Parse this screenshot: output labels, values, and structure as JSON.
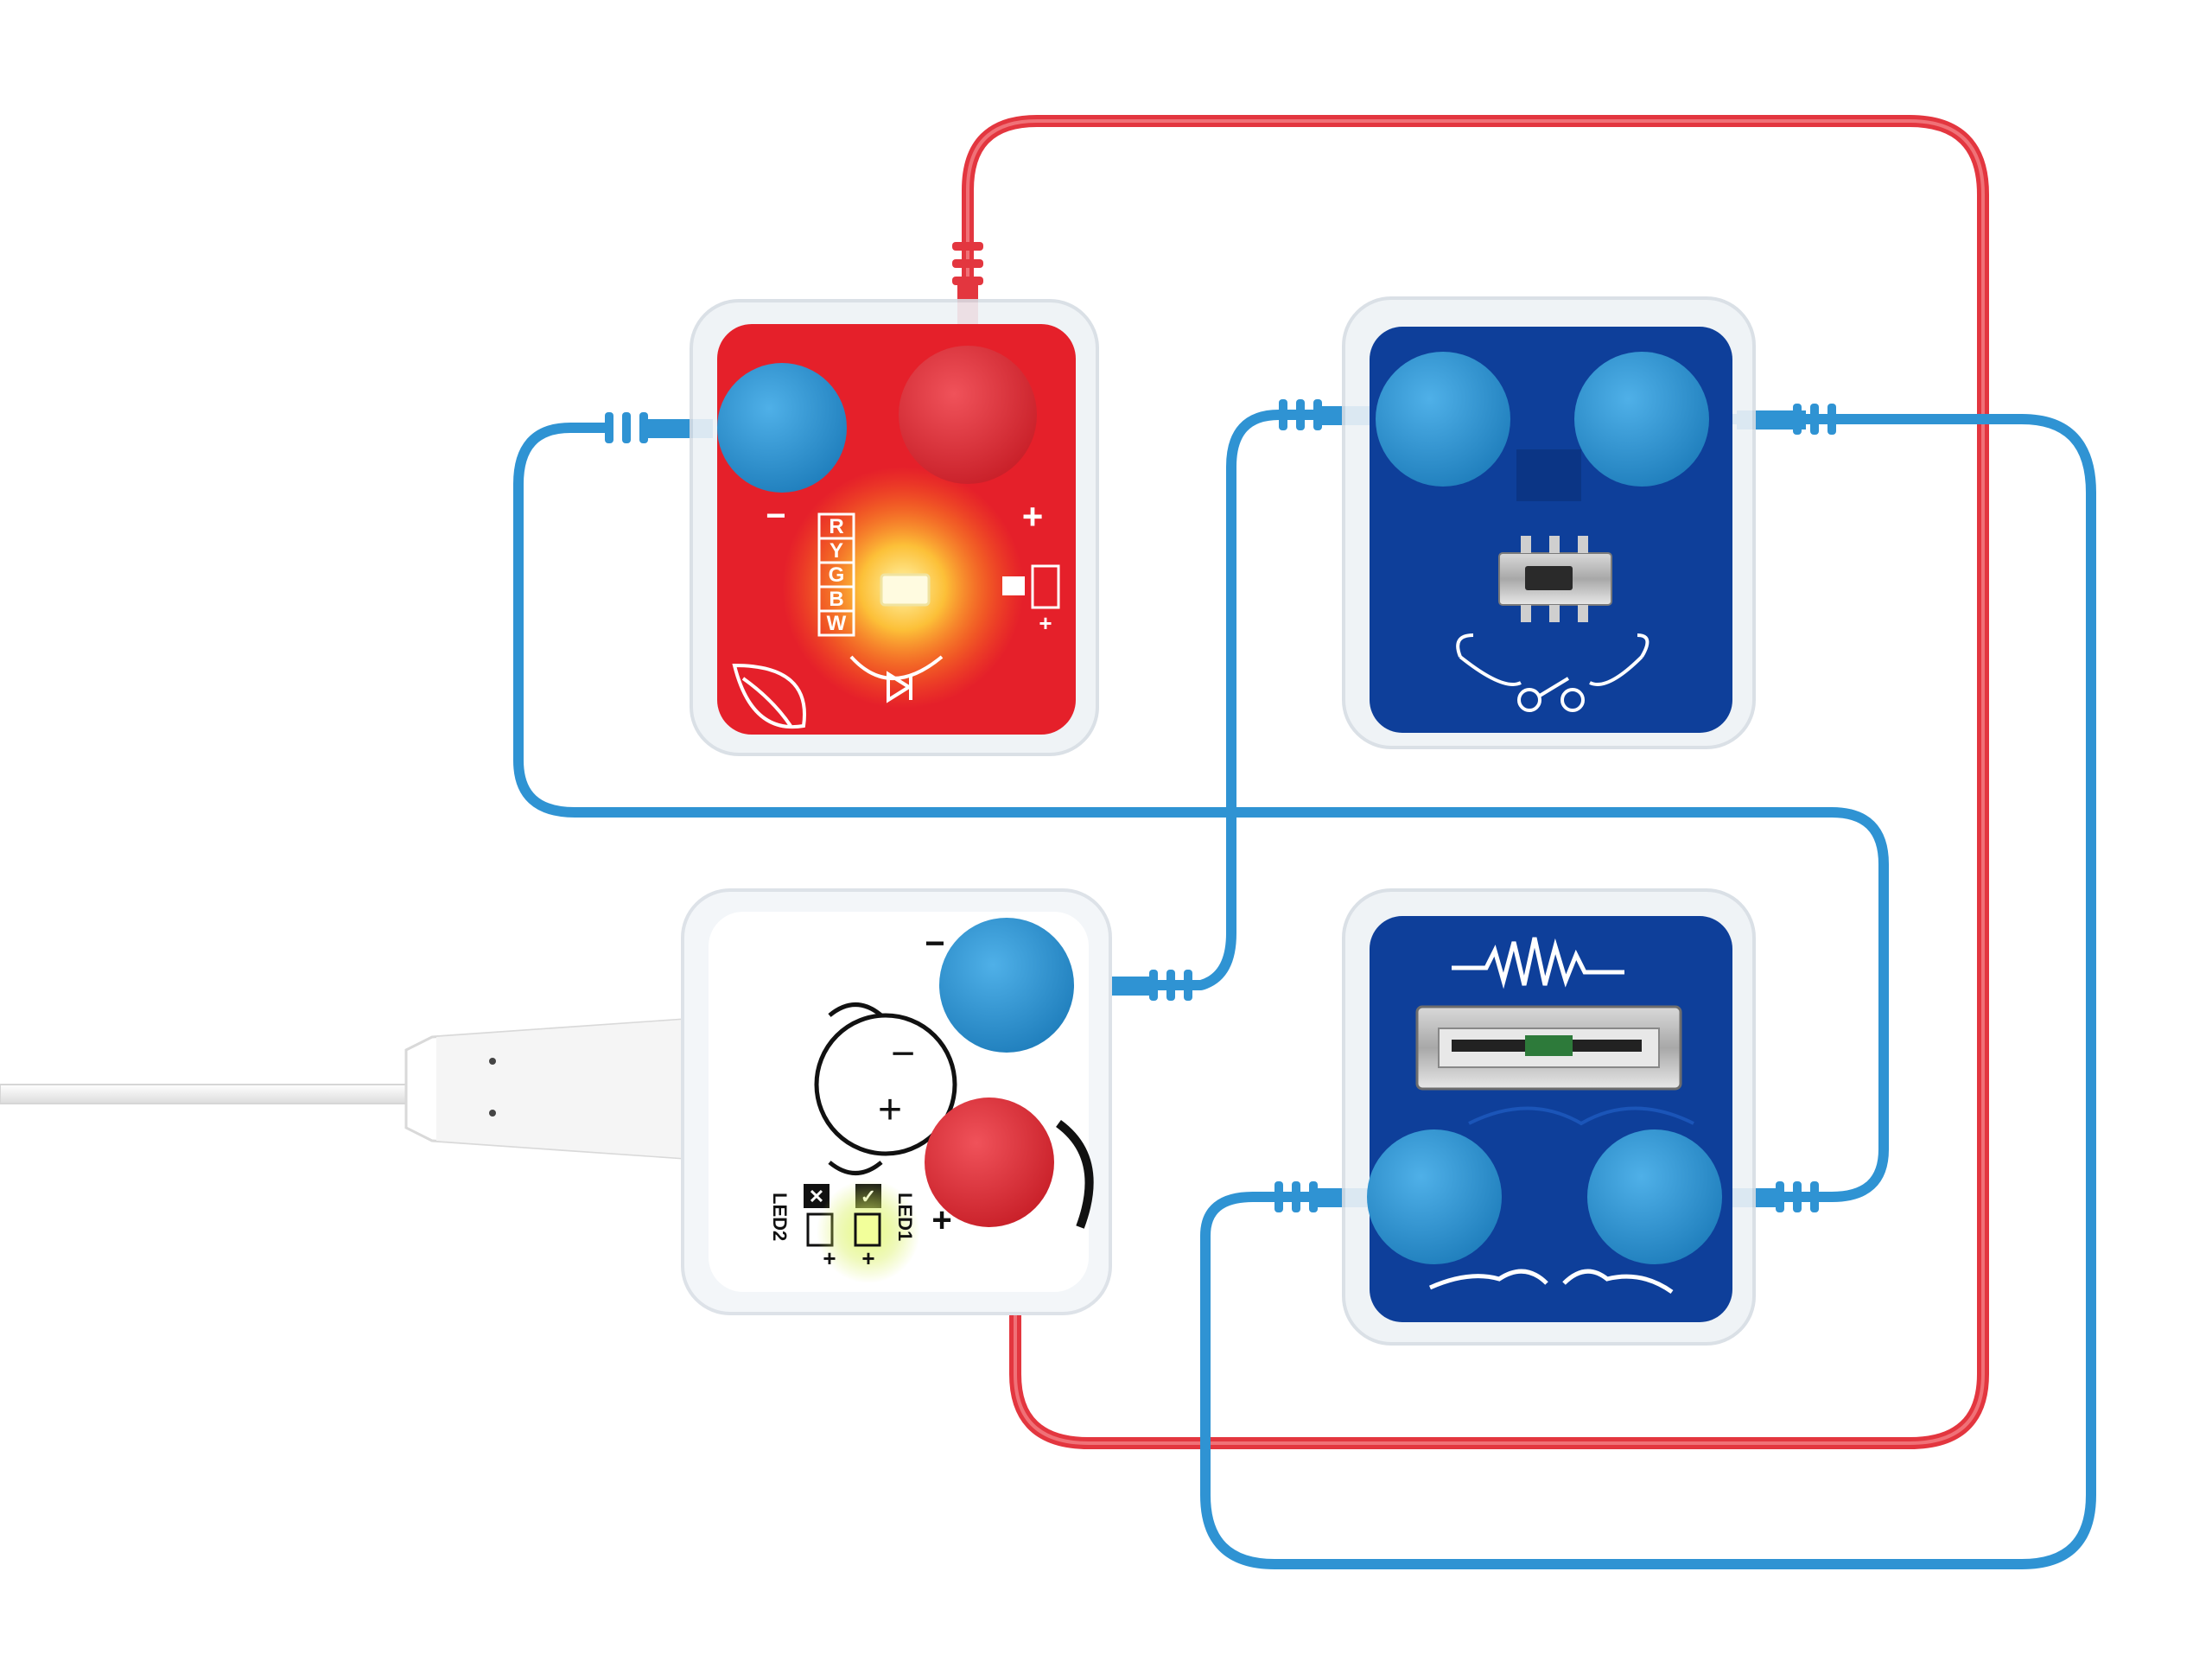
{
  "colors": {
    "background": "#ffffff",
    "wire_red": "#e3363f",
    "wire_blue": "#2f93d3",
    "led_module": "#e5202a",
    "switch_module": "#0e3f9a",
    "slider_module": "#0e3f9a",
    "power_module": "#ffffff",
    "button_blue": "#2b8fce",
    "button_red": "#e0323a",
    "led_glow": "#ffd23a"
  },
  "led_module": {
    "color_options": [
      "R",
      "Y",
      "G",
      "B",
      "W"
    ],
    "minus": "−",
    "plus": "+",
    "pad_plus": "+"
  },
  "power_module": {
    "minus": "−",
    "plus": "+",
    "face_minus": "−",
    "face_plus": "+",
    "led1": "LED1",
    "led2": "LED2",
    "check_mark": "✓",
    "cross_mark": "✕",
    "small_plus_1": "+",
    "small_plus_2": "+"
  },
  "usb_cable": {
    "icon": "usb-c-plug-icon"
  }
}
